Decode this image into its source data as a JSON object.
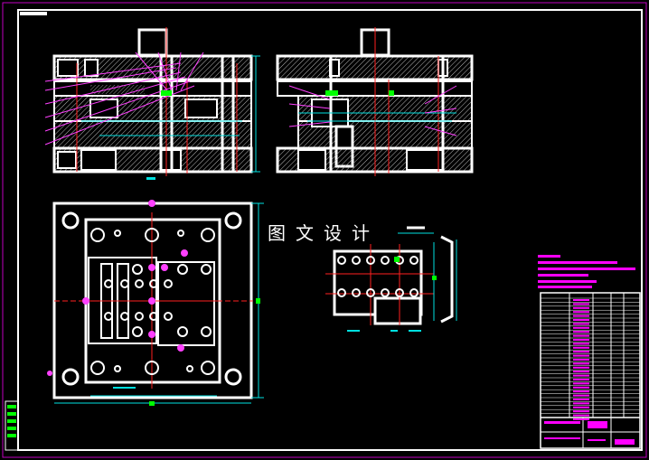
{
  "watermark_text": "图文设计",
  "colors": {
    "background": "#000000",
    "frame": "#ffffff",
    "border_outer": "#c000c0",
    "hatch": "#b8b8b8",
    "centerline": "#ff2020",
    "dimension": "#00e0e0",
    "callout": "#ff40ff",
    "annotation": "#00ff00",
    "text_block": "#ff00ff"
  },
  "views": [
    {
      "name": "front-section-view",
      "kind": "mold-section"
    },
    {
      "name": "side-section-view",
      "kind": "mold-section"
    },
    {
      "name": "plan-view",
      "kind": "moving-half-plan"
    },
    {
      "name": "part-detail-view",
      "kind": "part-detail"
    }
  ]
}
